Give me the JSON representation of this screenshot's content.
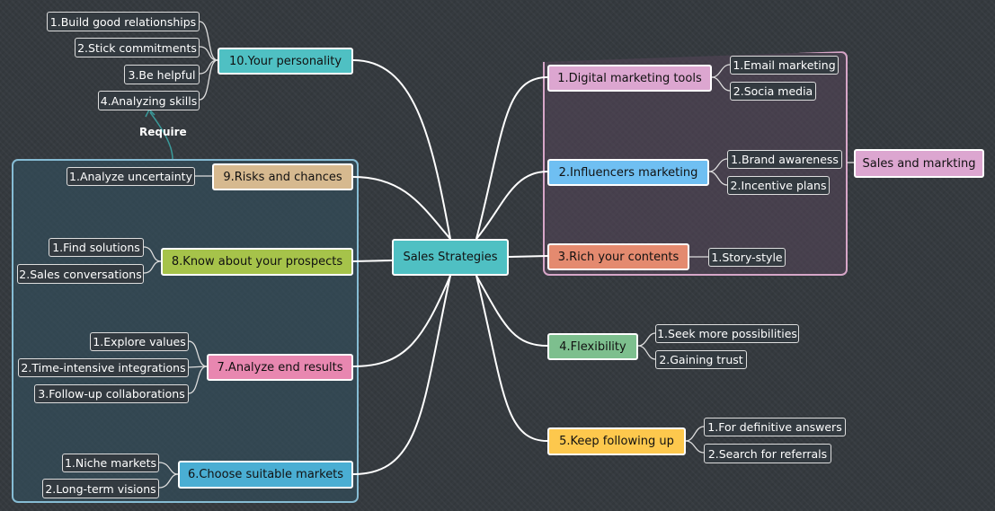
{
  "center": "Sales Strategies",
  "relationship_label": "Require",
  "summary": "Sales and markting",
  "colors": {
    "background": "#353a3f",
    "personality": "#4fc0c3",
    "risks": "#d6b98f",
    "prospects": "#a6c34a",
    "end_results": "#e887b0",
    "markets": "#4aaed3",
    "digital": "#dca6d0",
    "influencers": "#6fbff2",
    "contents": "#e48a6f",
    "flexibility": "#7dbf8e",
    "follow_up": "#fdc84d"
  },
  "branches": {
    "personality": {
      "label": "10.Your personality",
      "subs": [
        "1.Build good relationships",
        "2.Stick commitments",
        "3.Be helpful",
        "4.Analyzing skills"
      ]
    },
    "risks": {
      "label": "9.Risks and chances",
      "subs": [
        "1.Analyze uncertainty"
      ]
    },
    "prospects": {
      "label": "8.Know about your prospects",
      "subs": [
        "1.Find solutions",
        "2.Sales conversations"
      ]
    },
    "end_results": {
      "label": "7.Analyze end results",
      "subs": [
        "1.Explore values",
        "2.Time-intensive integrations",
        "3.Follow-up collaborations"
      ]
    },
    "markets": {
      "label": "6.Choose suitable markets",
      "subs": [
        "1.Niche markets",
        "2.Long-term visions"
      ]
    },
    "digital": {
      "label": "1.Digital marketing tools",
      "subs": [
        "1.Email marketing",
        "2.Socia media"
      ]
    },
    "influencers": {
      "label": "2.Influencers marketing",
      "subs": [
        "1.Brand awareness",
        "2.Incentive plans"
      ]
    },
    "contents": {
      "label": "3.Rich your contents",
      "subs": [
        "1.Story-style"
      ]
    },
    "flexibility": {
      "label": "4.Flexibility",
      "subs": [
        "1.Seek more possibilities",
        "2.Gaining trust"
      ]
    },
    "follow_up": {
      "label": "5.Keep following up",
      "subs": [
        "1.For definitive answers",
        "2.Search for referrals"
      ]
    }
  }
}
